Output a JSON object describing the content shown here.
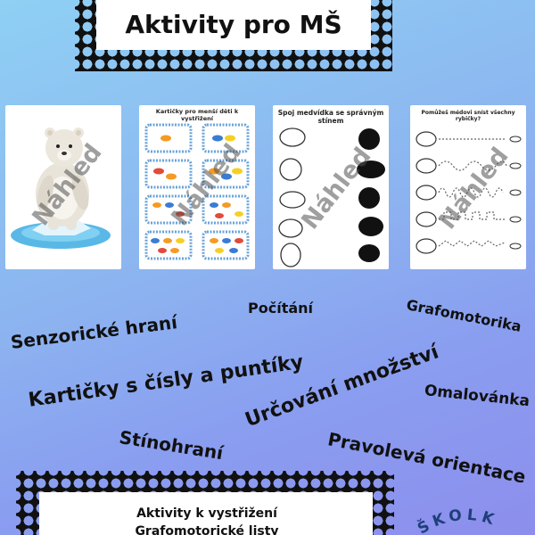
{
  "title": "Aktivity pro MŠ",
  "watermark": "Náhled",
  "thumbnails": {
    "cards_title": "Kartičky pro menší děti k vystřižení",
    "shadows_title": "Spoj medvídka se správným stínem",
    "grapho_title": "Pomůžeš médovi sníst všechny rybičky?"
  },
  "activities": {
    "sensory": "Senzorické hraní",
    "counting": "Počítání",
    "graphomotor": "Grafomotorika",
    "cards": "Kartičky s čísly a puntíky",
    "quantity": "Určování množství",
    "coloring": "Omalovánka",
    "shadow_play": "Stínohraní",
    "orientation": "Pravolevá orientace"
  },
  "bottom_list": [
    "Aktivity k vystřižení",
    "Grafomotorické listy"
  ],
  "logo_text": "ŠKOLK",
  "colors": {
    "stamp": "#111111",
    "accent_blue": "#2a6fb5",
    "fish_orange": "#f59a23",
    "fish_blue": "#3a7bd5",
    "fish_yellow": "#f5d023"
  }
}
